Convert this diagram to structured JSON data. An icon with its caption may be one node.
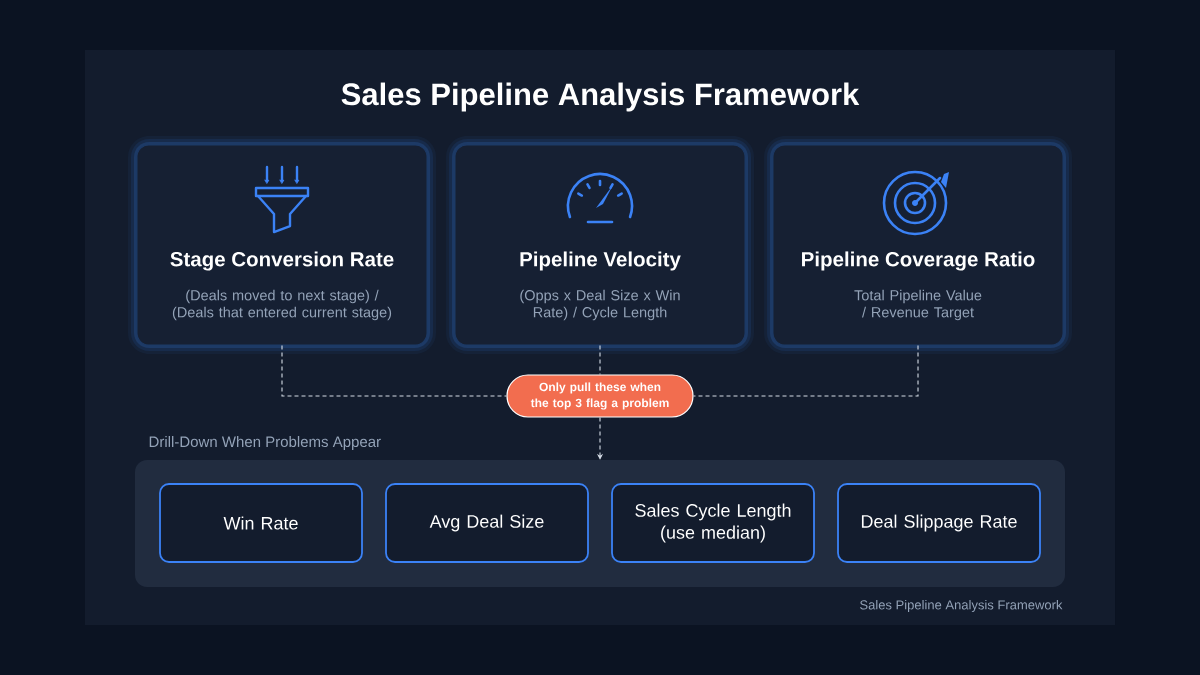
{
  "diagram": {
    "title": "Sales Pipeline Analysis Framework",
    "caption": "Sales Pipeline Analysis Framework",
    "nodes": [
      {
        "text": [
          "Stage Conversion Rate",
          "(Deals moved to next stage) / (Deals that entered current stage)"
        ]
      },
      {
        "text": [
          "Pipeline Velocity",
          "(Opps x Deal Size x Win Rate) / Cycle Length"
        ]
      },
      {
        "text": [
          "Pipeline Coverage Ratio",
          "Total Pipeline Value / Revenue Target"
        ]
      },
      {
        "text": [
          "Only pull these when the top 3 flag a problem"
        ]
      },
      {
        "text": [
          "Drill-Down When Problems Appear"
        ]
      },
      {
        "text": [
          "Win Rate"
        ],
        "in": 4
      },
      {
        "text": [
          "Avg Deal Size"
        ],
        "in": 4
      },
      {
        "text": [
          "Sales Cycle Length (use median)"
        ],
        "in": 4
      },
      {
        "text": [
          "Deal Slippage Rate"
        ],
        "in": 4
      }
    ],
    "edges": [
      {
        "from": 0,
        "to": 3,
        "arrow": "none",
        "style": "dashed"
      },
      {
        "from": 1,
        "to": 3,
        "arrow": "none",
        "style": "dashed"
      },
      {
        "from": 2,
        "to": 3,
        "arrow": "none",
        "style": "dashed"
      },
      {
        "from": 3,
        "to": 4,
        "arrow": "to",
        "style": "dashed"
      }
    ]
  }
}
